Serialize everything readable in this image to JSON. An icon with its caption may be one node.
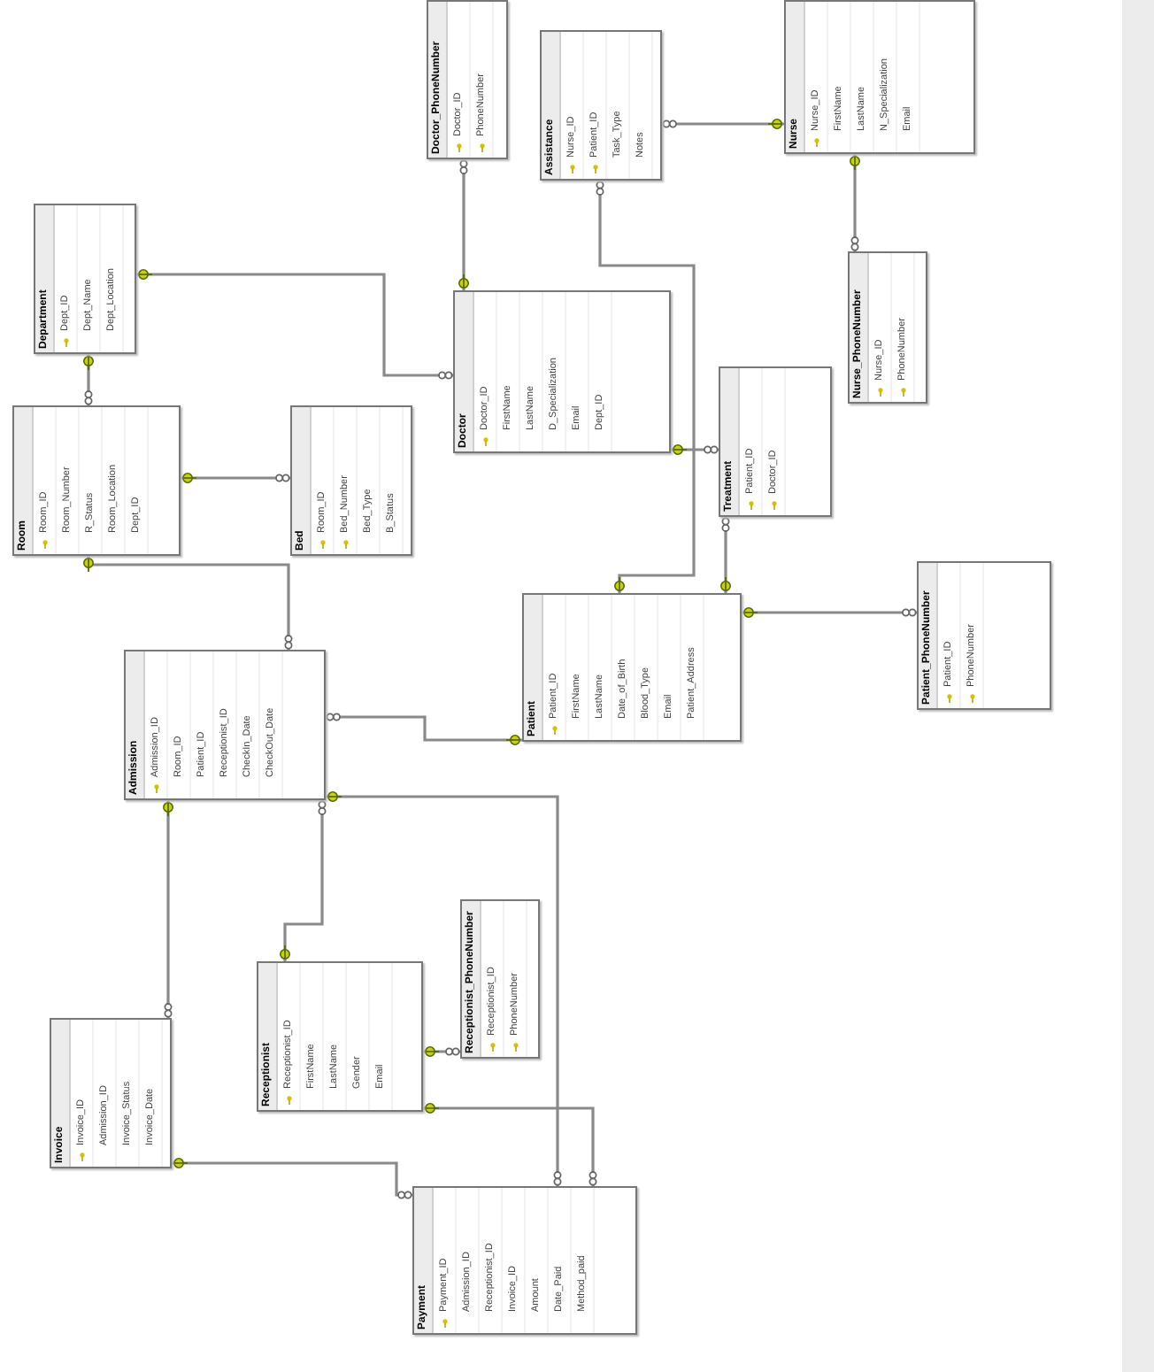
{
  "diagram": {
    "nodes": [
      {
        "text": [
          "Doctor_PhoneNumber",
          "Doctor_ID",
          "PhoneNumber"
        ]
      },
      {
        "text": [
          "Assistance",
          "Nurse_ID",
          "Patient_ID",
          "Task_Type",
          "Notes"
        ]
      },
      {
        "text": [
          "Nurse",
          "Nurse_ID",
          "FirstName",
          "LastName",
          "N_Specialization",
          "Email"
        ]
      },
      {
        "text": [
          "Department",
          "Dept_ID",
          "Dept_Name",
          "Dept_Location"
        ]
      },
      {
        "text": [
          "Doctor",
          "Doctor_ID",
          "FirstName",
          "LastName",
          "D_Specialization",
          "Email",
          "Dept_ID"
        ]
      },
      {
        "text": [
          "Nurse_PhoneNumber",
          "Nurse_ID",
          "PhoneNumber"
        ]
      },
      {
        "text": [
          "Room",
          "Room_ID",
          "Room_Number",
          "R_Status",
          "Room_Location",
          "Dept_ID"
        ]
      },
      {
        "text": [
          "Bed",
          "Room_ID",
          "Bed_Number",
          "Bed_Type",
          "B_Status"
        ]
      },
      {
        "text": [
          "Treatment",
          "Patient_ID",
          "Doctor_ID"
        ]
      },
      {
        "text": [
          "Patient",
          "Patient_ID",
          "FirstName",
          "LastName",
          "Date_of_Birth",
          "Blood_Type",
          "Email",
          "Patient_Address"
        ]
      },
      {
        "text": [
          "Patient_PhoneNumber",
          "Patient_ID",
          "PhoneNumber"
        ]
      },
      {
        "text": [
          "Admission",
          "Admission_ID",
          "Room_ID",
          "Patient_ID",
          "Receptionist_ID",
          "CheckIn_Date",
          "CheckOut_Date"
        ]
      },
      {
        "text": [
          "Receptionist_PhoneNumber",
          "Receptionist_ID",
          "PhoneNumber"
        ]
      },
      {
        "text": [
          "Receptionist",
          "Receptionist_ID",
          "FirstName",
          "LastName",
          "Gender",
          "Email"
        ]
      },
      {
        "text": [
          "Invoice",
          "Invoice_ID",
          "Admission_ID",
          "Invoice_Status",
          "Invoice_Date"
        ]
      },
      {
        "text": [
          "Payment",
          "Payment_ID",
          "Admission_ID",
          "Receptionist_ID",
          "Invoice_ID",
          "Amount",
          "Date_Paid",
          "Method_paid"
        ]
      }
    ],
    "edges": [
      {
        "from": 0,
        "to": 4,
        "arrow": "other"
      },
      {
        "from": 1,
        "to": 2,
        "arrow": "other"
      },
      {
        "from": 1,
        "to": 9,
        "arrow": "other"
      },
      {
        "from": 5,
        "to": 2,
        "arrow": "other"
      },
      {
        "from": 4,
        "to": 3,
        "arrow": "other"
      },
      {
        "from": 6,
        "to": 3,
        "arrow": "other"
      },
      {
        "from": 7,
        "to": 6,
        "arrow": "other"
      },
      {
        "from": 8,
        "to": 4,
        "arrow": "other"
      },
      {
        "from": 8,
        "to": 9,
        "arrow": "other"
      },
      {
        "from": 10,
        "to": 9,
        "arrow": "other"
      },
      {
        "from": 11,
        "to": 6,
        "arrow": "other"
      },
      {
        "from": 11,
        "to": 9,
        "arrow": "other"
      },
      {
        "from": 11,
        "to": 13,
        "arrow": "other"
      },
      {
        "from": 15,
        "to": 11,
        "arrow": "other"
      },
      {
        "from": 12,
        "to": 13,
        "arrow": "other"
      },
      {
        "from": 15,
        "to": 13,
        "arrow": "other"
      },
      {
        "from": 14,
        "to": 11,
        "arrow": "other"
      },
      {
        "from": 15,
        "to": 14,
        "arrow": "other"
      }
    ]
  }
}
